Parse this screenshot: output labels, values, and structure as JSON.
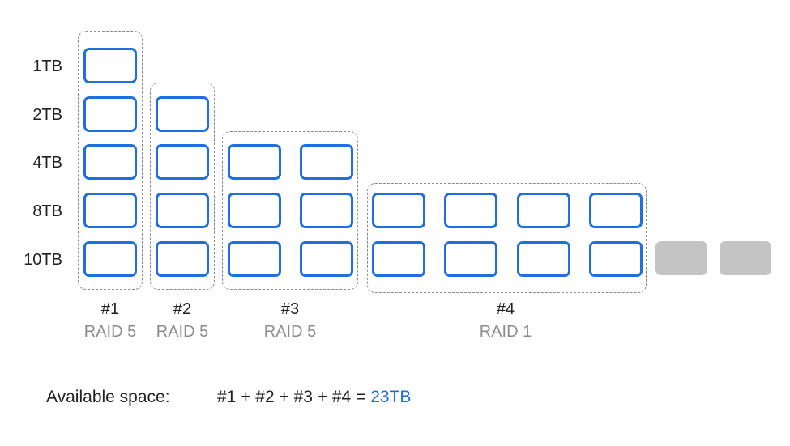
{
  "row_labels": [
    "1TB",
    "2TB",
    "4TB",
    "8TB",
    "10TB"
  ],
  "groups": [
    {
      "number": "#1",
      "raid": "RAID 5"
    },
    {
      "number": "#2",
      "raid": "RAID 5"
    },
    {
      "number": "#3",
      "raid": "RAID 5"
    },
    {
      "number": "#4",
      "raid": "RAID 1"
    }
  ],
  "summary": {
    "label": "Available space:",
    "formula": "#1 + #2 + #3 + #4 =",
    "total": "23TB"
  },
  "colors": {
    "disk_border": "#1f6fe0",
    "unused_disk": "#c4c4c4",
    "group_border": "#8a8a8a",
    "raid_text": "#8c8c8c",
    "accent_text": "#1f6fe0"
  }
}
